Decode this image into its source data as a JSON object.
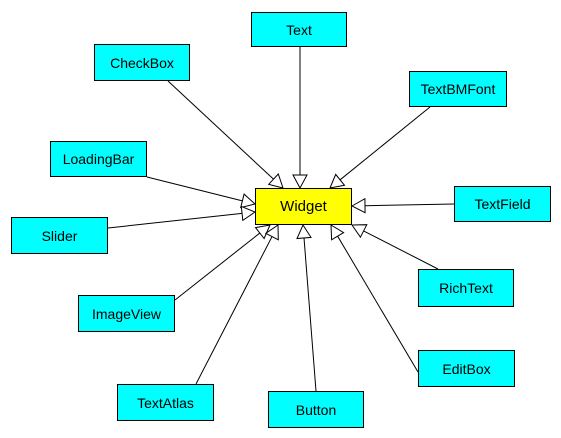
{
  "diagram": {
    "colors": {
      "child_fill": "#00ffff",
      "parent_fill": "#ffff00",
      "stroke": "#000000",
      "background": "#ffffff"
    },
    "parent": {
      "id": "widget",
      "label": "Widget"
    },
    "children": [
      {
        "id": "text",
        "label": "Text"
      },
      {
        "id": "checkbox",
        "label": "CheckBox"
      },
      {
        "id": "textbmfont",
        "label": "TextBMFont"
      },
      {
        "id": "loadingbar",
        "label": "LoadingBar"
      },
      {
        "id": "textfield",
        "label": "TextField"
      },
      {
        "id": "slider",
        "label": "Slider"
      },
      {
        "id": "richtext",
        "label": "RichText"
      },
      {
        "id": "imageview",
        "label": "ImageView"
      },
      {
        "id": "editbox",
        "label": "EditBox"
      },
      {
        "id": "textatlas",
        "label": "TextAtlas"
      },
      {
        "id": "button",
        "label": "Button"
      }
    ],
    "edges": [
      {
        "from": "text",
        "to": "widget",
        "type": "inheritance"
      },
      {
        "from": "checkbox",
        "to": "widget",
        "type": "inheritance"
      },
      {
        "from": "textbmfont",
        "to": "widget",
        "type": "inheritance"
      },
      {
        "from": "loadingbar",
        "to": "widget",
        "type": "inheritance"
      },
      {
        "from": "textfield",
        "to": "widget",
        "type": "inheritance"
      },
      {
        "from": "slider",
        "to": "widget",
        "type": "inheritance"
      },
      {
        "from": "richtext",
        "to": "widget",
        "type": "inheritance"
      },
      {
        "from": "imageview",
        "to": "widget",
        "type": "inheritance"
      },
      {
        "from": "editbox",
        "to": "widget",
        "type": "inheritance"
      },
      {
        "from": "textatlas",
        "to": "widget",
        "type": "inheritance"
      },
      {
        "from": "button",
        "to": "widget",
        "type": "inheritance"
      }
    ]
  }
}
